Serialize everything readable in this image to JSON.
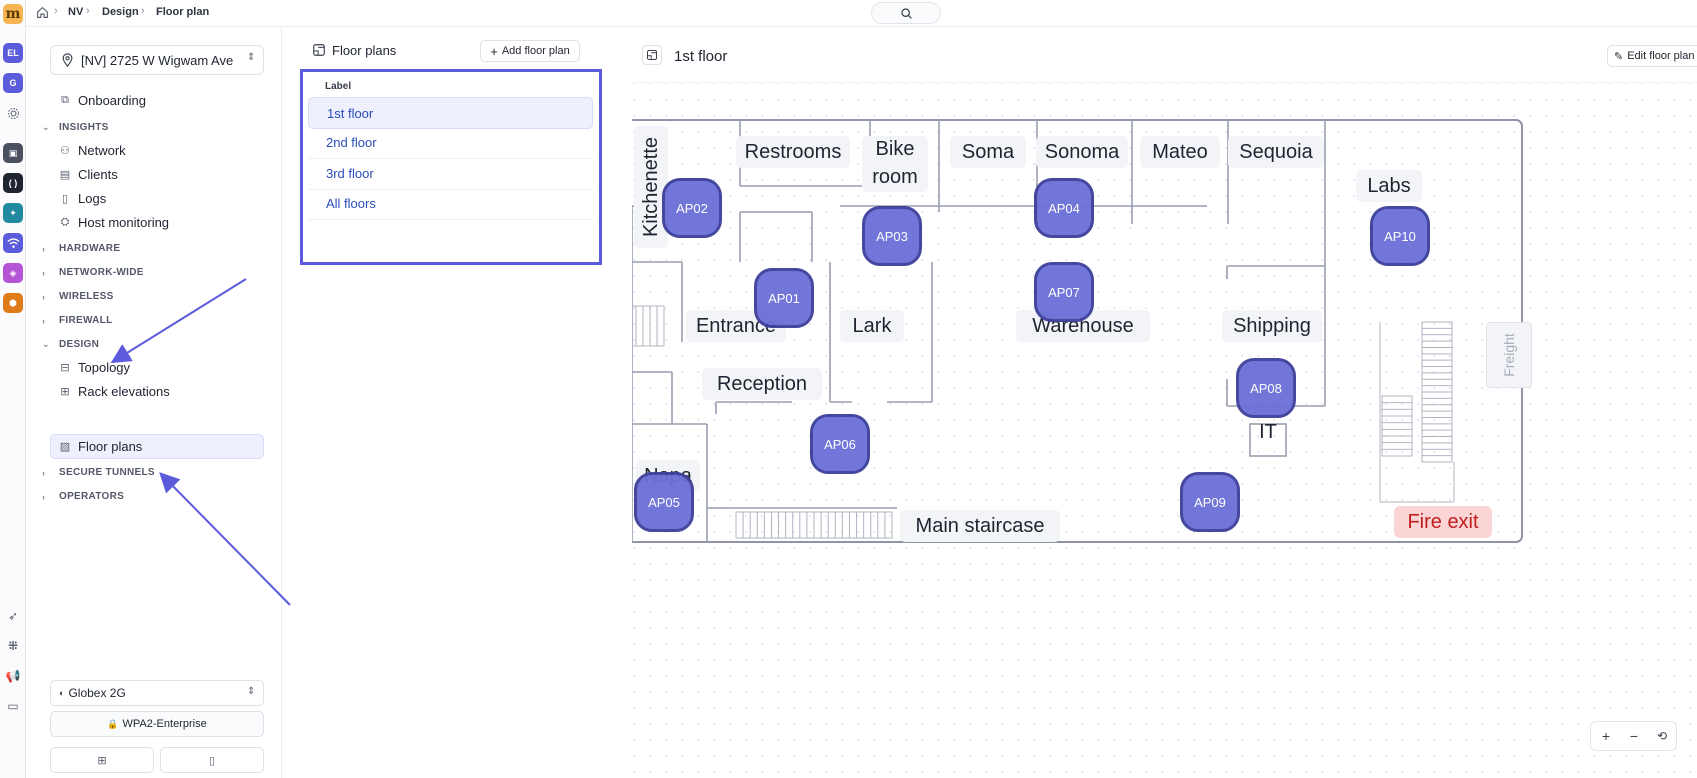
{
  "app": {
    "logo_letter": "m"
  },
  "breadcrumb": [
    "NV",
    "Design",
    "Floor plan"
  ],
  "rail": [
    {
      "label": "EL",
      "color": "#5b5bdc"
    },
    {
      "label": "G",
      "color": "#5b5bdc"
    }
  ],
  "sidebar": {
    "site": "[NV] 2725 W Wigwam Ave",
    "onboarding": "Onboarding",
    "insights": {
      "title": "INSIGHTS",
      "items": [
        "Network",
        "Clients",
        "Logs",
        "Host monitoring"
      ]
    },
    "hardware": "HARDWARE",
    "network_wide": "NETWORK-WIDE",
    "wireless": "WIRELESS",
    "firewall": "FIREWALL",
    "design": {
      "title": "DESIGN",
      "items": [
        "Topology",
        "Rack elevations",
        "Floor plans"
      ]
    },
    "secure_tunnels": "SECURE TUNNELS",
    "operators": "OPERATORS",
    "ssid": "Globex 2G",
    "security": "WPA2-Enterprise"
  },
  "floor_plans": {
    "title": "Floor plans",
    "add_label": "Add floor plan",
    "column": "Label",
    "rows": [
      "1st floor",
      "2nd floor",
      "3rd floor",
      "All floors"
    ]
  },
  "map": {
    "title": "1st floor",
    "edit_label": "Edit floor plan",
    "rooms": {
      "kitchenette": "Kitchenette",
      "restrooms": "Restrooms",
      "bike1": "Bike",
      "bike2": "room",
      "soma": "Soma",
      "sonoma": "Sonoma",
      "mateo": "Mateo",
      "sequoia": "Sequoia",
      "labs": "Labs",
      "entrance": "Entrance",
      "lark": "Lark",
      "warehouse": "Warehouse",
      "shipping": "Shipping",
      "freight": "Freight",
      "reception": "Reception",
      "it": "IT",
      "napa": "Napa",
      "main_staircase": "Main staircase",
      "fire_exit": "Fire exit"
    },
    "access_points": [
      "AP01",
      "AP02",
      "AP03",
      "AP04",
      "AP05",
      "AP06",
      "AP07",
      "AP08",
      "AP09",
      "AP10"
    ],
    "zoom": {
      "in": "+",
      "out": "−",
      "reset": "⟲"
    }
  },
  "colors": {
    "accent": "#5b5bdc",
    "ap_fill": "#6b6fd6",
    "fire_exit_bg": "#fbd5d5",
    "fire_exit_text": "#c01f1f"
  }
}
